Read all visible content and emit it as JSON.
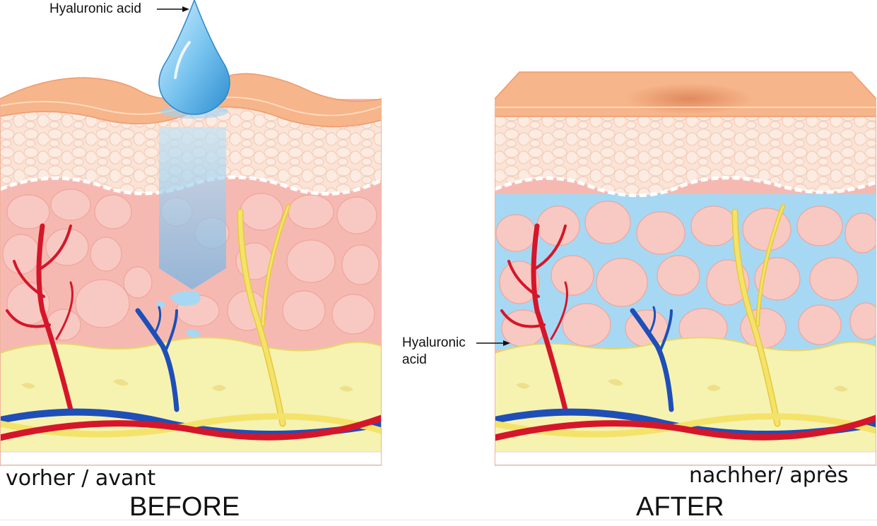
{
  "labels": {
    "hyaluronic_top": "Hyaluronic acid",
    "hyaluronic_side": "Hyaluronic acid",
    "before_sub": "vorher / avant",
    "before_title": "BEFORE",
    "after_sub": "nachher/ après",
    "after_title": "AFTER"
  },
  "colors": {
    "epidermis_top": "#f6b58a",
    "epidermis_light": "#fbe0c8",
    "dermis": "#f6b9b2",
    "dermis_cell": "#f8c9c2",
    "fat": "#f6f2b0",
    "artery": "#d5162a",
    "vein": "#1e4fb8",
    "nerve": "#f3e36a",
    "hyaluronic": "#9ed4f2",
    "drop": "#5fb6ea"
  }
}
